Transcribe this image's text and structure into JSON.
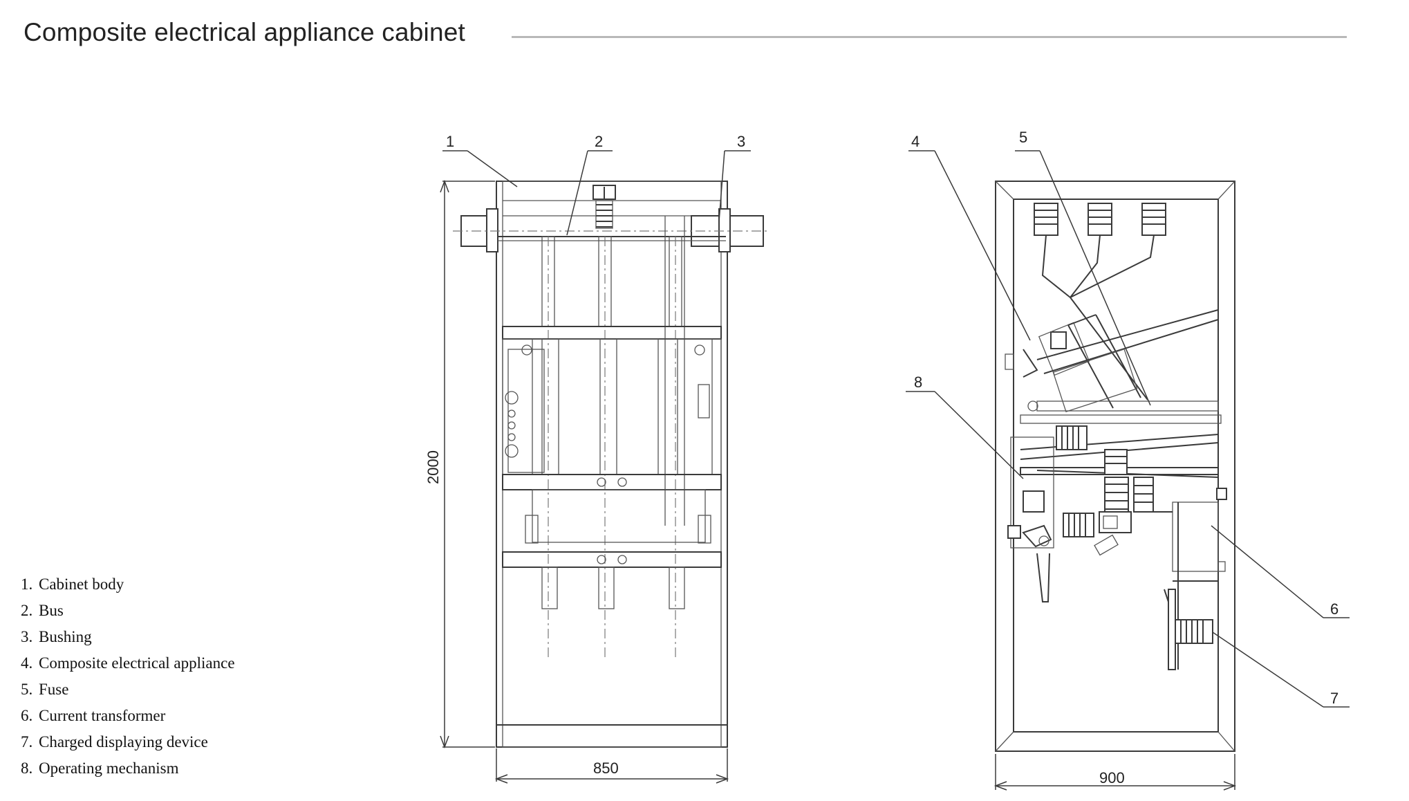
{
  "title": "Composite electrical appliance cabinet",
  "legend": [
    {
      "num": "1.",
      "text": "Cabinet body"
    },
    {
      "num": "2.",
      "text": "Bus"
    },
    {
      "num": "3.",
      "text": "Bushing"
    },
    {
      "num": "4.",
      "text": "Composite electrical appliance"
    },
    {
      "num": "5.",
      "text": "Fuse"
    },
    {
      "num": "6.",
      "text": "Current transformer"
    },
    {
      "num": "7.",
      "text": "Charged displaying device"
    },
    {
      "num": "8.",
      "text": "Operating mechanism"
    }
  ],
  "callouts": {
    "c1": "1",
    "c2": "2",
    "c3": "3",
    "c4": "4",
    "c5": "5",
    "c6": "6",
    "c7": "7",
    "c8": "8"
  },
  "dimensions": {
    "front_height": "2000",
    "front_width": "850",
    "side_width": "900"
  }
}
